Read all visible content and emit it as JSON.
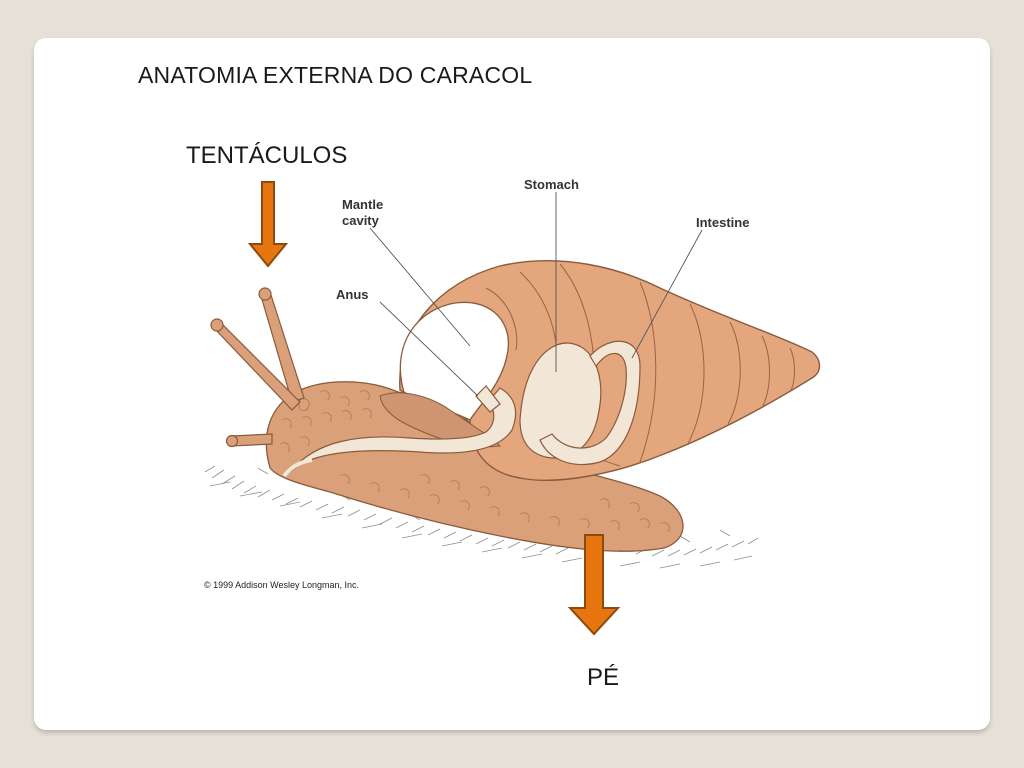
{
  "slide": {
    "title": "ANATOMIA EXTERNA DO CARACOL",
    "label_tentacles": "TENTÁCULOS",
    "label_foot": "PÉ"
  },
  "diagram": {
    "labels": {
      "mantle_line1": "Mantle",
      "mantle_line2": "cavity",
      "anus": "Anus",
      "stomach": "Stomach",
      "intestine": "Intestine"
    },
    "copyright": "© 1999 Addison Wesley Longman, Inc."
  },
  "colors": {
    "arrow_fill": "#e8760f",
    "arrow_stroke": "#8a4a10",
    "shell": "#e4a67c",
    "body": "#d9a07a",
    "organ": "#f2e6d6",
    "background": "#e6e1d6"
  }
}
